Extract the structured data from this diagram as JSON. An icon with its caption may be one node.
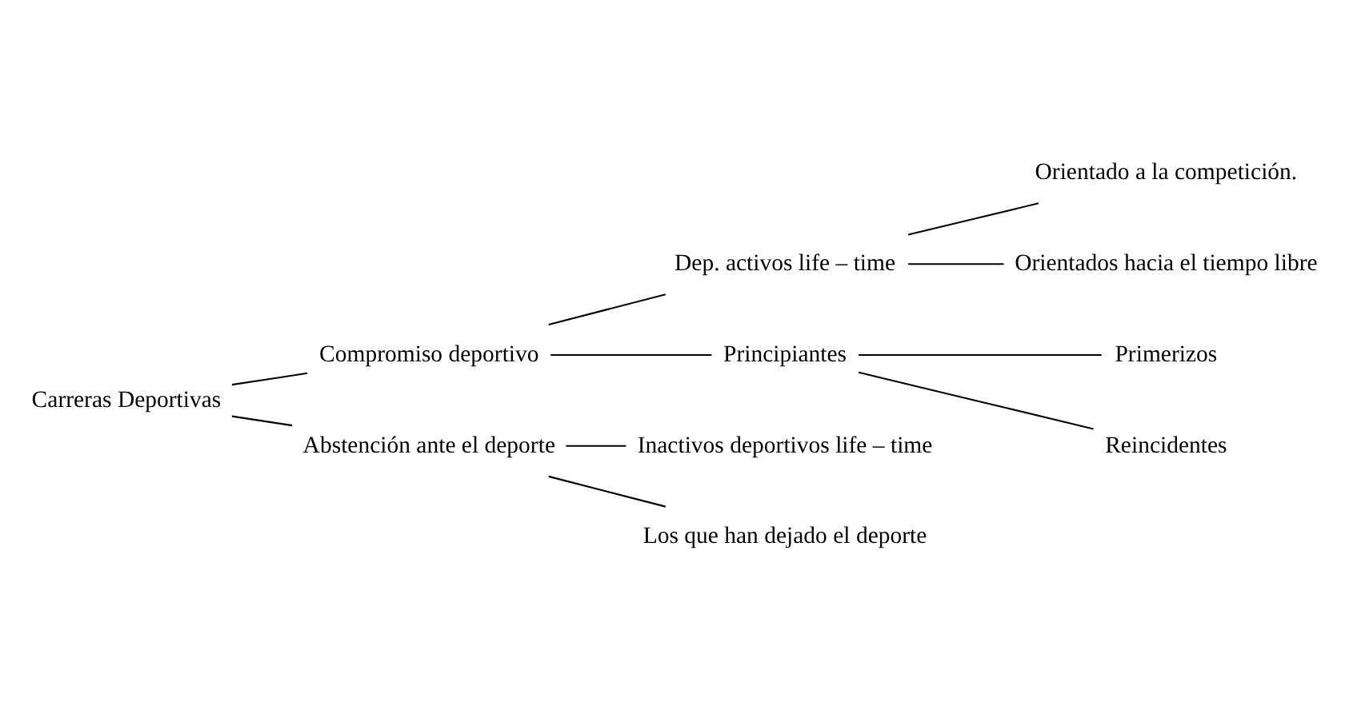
{
  "diagram": {
    "nodes": [
      {
        "text": [
          "Carreras Deportivas"
        ]
      },
      {
        "text": [
          "Compromiso deportivo"
        ]
      },
      {
        "text": [
          "Abstención ante el deporte"
        ]
      },
      {
        "text": [
          "Dep. activos life – time"
        ]
      },
      {
        "text": [
          "Principiantes"
        ]
      },
      {
        "text": [
          "Orientado a la competición."
        ]
      },
      {
        "text": [
          "Orientados hacia el tiempo libre"
        ]
      },
      {
        "text": [
          "Primerizos"
        ]
      },
      {
        "text": [
          "Reincidentes"
        ]
      },
      {
        "text": [
          "Inactivos deportivos life – time"
        ]
      },
      {
        "text": [
          "Los que han dejado el deporte"
        ]
      }
    ],
    "edges": [
      {
        "from": 0,
        "to": 1,
        "arrow": "none"
      },
      {
        "from": 0,
        "to": 2,
        "arrow": "none"
      },
      {
        "from": 1,
        "to": 3,
        "arrow": "none"
      },
      {
        "from": 1,
        "to": 4,
        "arrow": "none"
      },
      {
        "from": 3,
        "to": 5,
        "arrow": "none"
      },
      {
        "from": 3,
        "to": 6,
        "arrow": "none"
      },
      {
        "from": 4,
        "to": 7,
        "arrow": "none"
      },
      {
        "from": 4,
        "to": 8,
        "arrow": "none"
      },
      {
        "from": 2,
        "to": 9,
        "arrow": "none"
      },
      {
        "from": 2,
        "to": 10,
        "arrow": "none"
      }
    ]
  }
}
